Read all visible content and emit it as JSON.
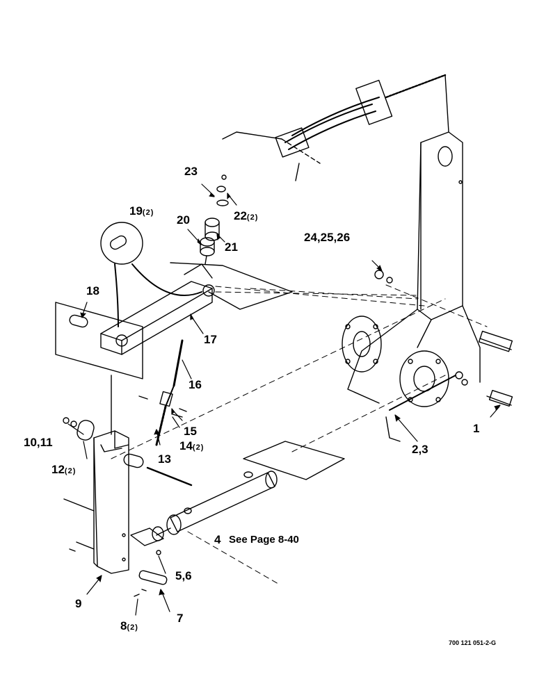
{
  "figure_ref": "700 121 051-2-G",
  "note": "See Page 8-40",
  "callouts": {
    "c1": "1",
    "c23": "2,3",
    "c4": "4",
    "c56": "5,6",
    "c7": "7",
    "c8": "8",
    "c8q": "(2)",
    "c9": "9",
    "c1011": "10,11",
    "c12": "12",
    "c12q": "(2)",
    "c13": "13",
    "c14": "14",
    "c14q": "(2)",
    "c15": "15",
    "c16": "16",
    "c17": "17",
    "c18": "18",
    "c19": "19",
    "c19q": "(2)",
    "c20": "20",
    "c21": "21",
    "c22": "22",
    "c22q": "(2)",
    "c23b": "23",
    "c242526": "24,25,26"
  },
  "colors": {
    "ink": "#000000",
    "paper": "#ffffff"
  }
}
